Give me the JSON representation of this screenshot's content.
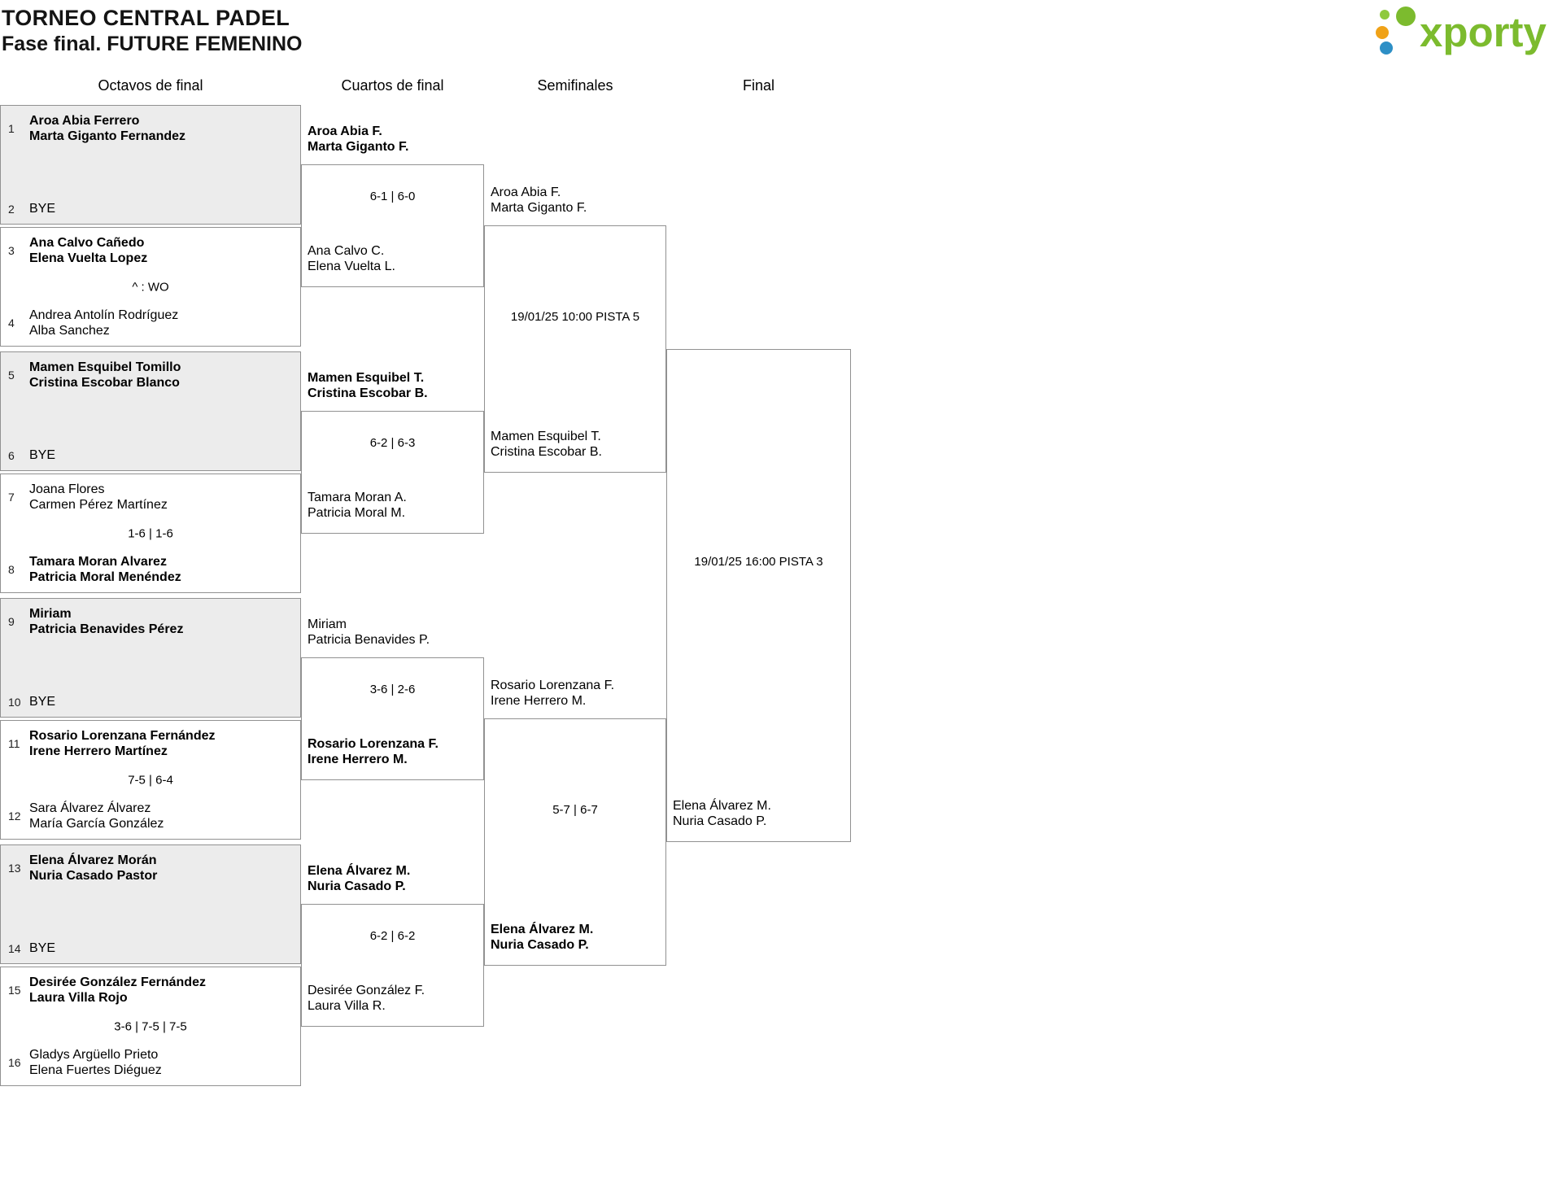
{
  "header": {
    "title_line1": "TORNEO CENTRAL PADEL",
    "title_line2": "Fase final. FUTURE FEMENINO",
    "logo_text": "xporty"
  },
  "columns": {
    "octavos": "Octavos de final",
    "cuartos": "Cuartos de final",
    "semifinales": "Semifinales",
    "final": "Final"
  },
  "colors": {
    "brand_green": "#7cbb2e",
    "brand_green_light": "#8fc93d",
    "brand_orange": "#f0a218",
    "brand_blue": "#2d8fc6",
    "line_gray": "#919191",
    "shaded_box": "#ececec"
  },
  "bracket": {
    "octavos": [
      {
        "top_seed": "1",
        "top_name1": "Aroa Abia Ferrero",
        "top_name2": "Marta Giganto Fernandez",
        "score": "",
        "bottom_seed": "2",
        "bottom_name1": "BYE",
        "bottom_name2": ""
      },
      {
        "top_seed": "3",
        "top_name1": "Ana Calvo Cañedo",
        "top_name2": "Elena Vuelta Lopez",
        "score": "^ : WO",
        "bottom_seed": "4",
        "bottom_name1": "Andrea Antolín Rodríguez",
        "bottom_name2": "Alba Sanchez"
      },
      {
        "top_seed": "5",
        "top_name1": "Mamen Esquibel Tomillo",
        "top_name2": "Cristina Escobar Blanco",
        "score": "",
        "bottom_seed": "6",
        "bottom_name1": "BYE",
        "bottom_name2": ""
      },
      {
        "top_seed": "7",
        "top_name1": "Joana Flores",
        "top_name2": "Carmen Pérez Martínez",
        "score": "1-6 | 1-6",
        "bottom_seed": "8",
        "bottom_name1": "Tamara Moran Alvarez",
        "bottom_name2": "Patricia Moral Menéndez"
      },
      {
        "top_seed": "9",
        "top_name1": "Miriam",
        "top_name2": "Patricia Benavides Pérez",
        "score": "",
        "bottom_seed": "10",
        "bottom_name1": "BYE",
        "bottom_name2": ""
      },
      {
        "top_seed": "11",
        "top_name1": "Rosario Lorenzana Fernández",
        "top_name2": "Irene Herrero Martínez",
        "score": "7-5 | 6-4",
        "bottom_seed": "12",
        "bottom_name1": "Sara Álvarez Álvarez",
        "bottom_name2": "María García González"
      },
      {
        "top_seed": "13",
        "top_name1": "Elena Álvarez Morán",
        "top_name2": "Nuria Casado Pastor",
        "score": "",
        "bottom_seed": "14",
        "bottom_name1": "BYE",
        "bottom_name2": ""
      },
      {
        "top_seed": "15",
        "top_name1": "Desirée González Fernández",
        "top_name2": "Laura Villa Rojo",
        "score": "3-6 | 7-5 | 7-5",
        "bottom_seed": "16",
        "bottom_name1": "Gladys Argüello Prieto",
        "bottom_name2": "Elena Fuertes Diéguez"
      }
    ],
    "cuartos": [
      {
        "top_name1": "Aroa Abia F.",
        "top_name2": "Marta Giganto F.",
        "score": "6-1 | 6-0",
        "bottom_name1": "Ana Calvo C.",
        "bottom_name2": "Elena Vuelta L."
      },
      {
        "top_name1": "Mamen Esquibel T.",
        "top_name2": "Cristina Escobar B.",
        "score": "6-2 | 6-3",
        "bottom_name1": "Tamara Moran A.",
        "bottom_name2": "Patricia Moral M."
      },
      {
        "top_name1": "Miriam",
        "top_name2": "Patricia Benavides P.",
        "score": "3-6 | 2-6",
        "bottom_name1": "Rosario Lorenzana F.",
        "bottom_name2": "Irene Herrero M."
      },
      {
        "top_name1": "Elena Álvarez M.",
        "top_name2": "Nuria Casado P.",
        "score": "6-2 | 6-2",
        "bottom_name1": "Desirée González F.",
        "bottom_name2": "Laura Villa R."
      }
    ],
    "semifinales": [
      {
        "top_name1": "Aroa Abia F.",
        "top_name2": "Marta Giganto F.",
        "score": "19/01/25 10:00 PISTA 5",
        "bottom_name1": "Mamen Esquibel T.",
        "bottom_name2": "Cristina Escobar B."
      },
      {
        "top_name1": "Rosario Lorenzana F.",
        "top_name2": "Irene Herrero M.",
        "score": "5-7 | 6-7",
        "bottom_name1": "Elena Álvarez M.",
        "bottom_name2": "Nuria Casado P."
      }
    ],
    "final": {
      "score": "19/01/25 16:00 PISTA 3",
      "bottom_name1": "Elena Álvarez M.",
      "bottom_name2": "Nuria Casado P."
    }
  }
}
